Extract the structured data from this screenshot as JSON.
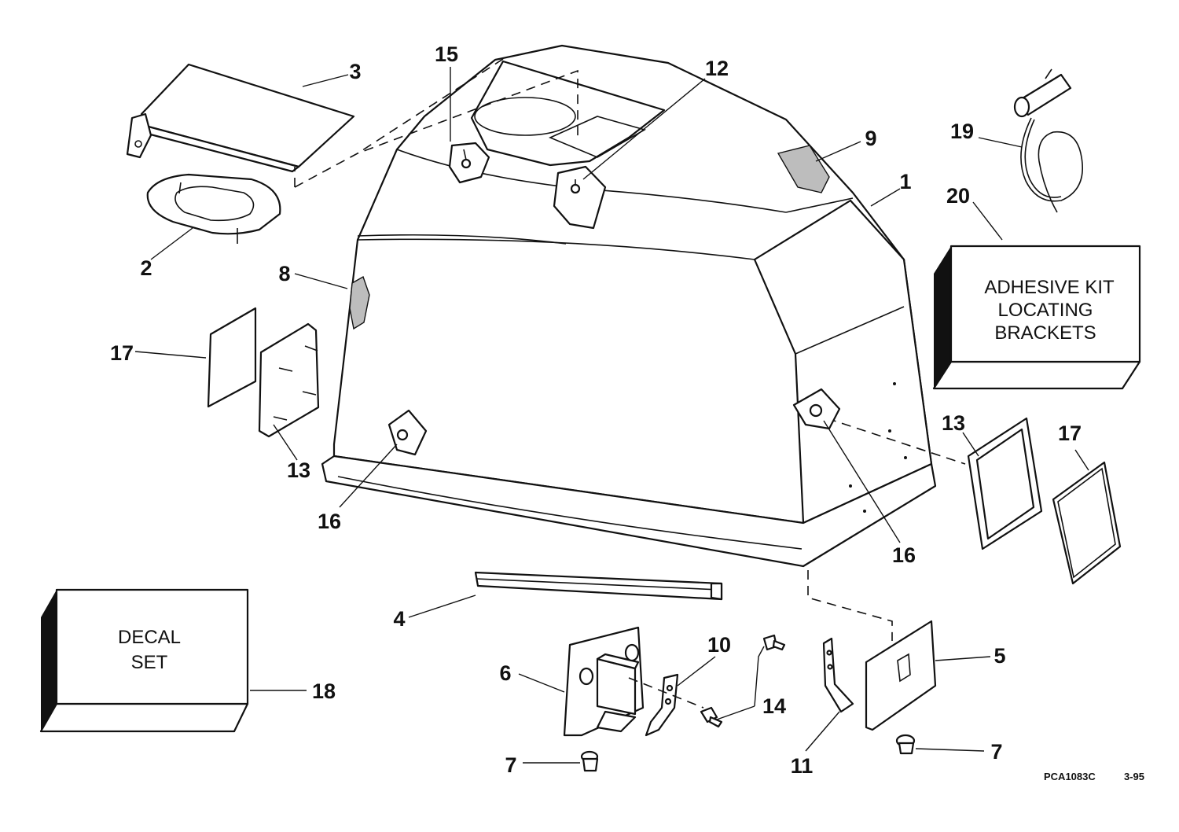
{
  "callouts": {
    "c1": "1",
    "c2": "2",
    "c3": "3",
    "c4": "4",
    "c5": "5",
    "c6": "6",
    "c7a": "7",
    "c7b": "7",
    "c8": "8",
    "c9": "9",
    "c10": "10",
    "c11": "11",
    "c12": "12",
    "c13a": "13",
    "c13b": "13",
    "c14": "14",
    "c15": "15",
    "c16a": "16",
    "c16b": "16",
    "c17a": "17",
    "c17b": "17",
    "c18": "18",
    "c19": "19",
    "c20": "20"
  },
  "kit_box": {
    "line1": "ADHESIVE KIT",
    "line2": "LOCATING",
    "line3": "BRACKETS"
  },
  "decal_box": {
    "line1": "DECAL",
    "line2": "SET"
  },
  "footer": {
    "code": "PCA1083C",
    "date": "3-95"
  },
  "colors": {
    "ink": "#111111",
    "paper": "#ffffff"
  }
}
